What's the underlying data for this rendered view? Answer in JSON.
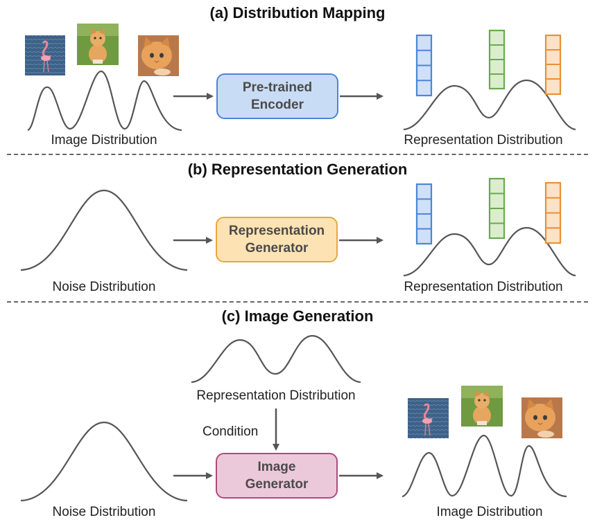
{
  "sections": {
    "a": {
      "title": "(a) Distribution Mapping",
      "box": "Pre-trained\nEncoder",
      "left_label": "Image Distribution",
      "right_label": "Representation Distribution"
    },
    "b": {
      "title": "(b) Representation Generation",
      "box": "Representation\nGenerator",
      "left_label": "Noise Distribution",
      "right_label": "Representation Distribution"
    },
    "c": {
      "title": "(c) Image Generation",
      "box": "Image\nGenerator",
      "left_label": "Noise Distribution",
      "top_label": "Representation Distribution",
      "condition_label": "Condition",
      "right_label": "Image Distribution"
    }
  },
  "colors": {
    "curve": "#555555",
    "arrow": "#555555",
    "token_blue": "#4a86d8",
    "token_blue_fill": "#cfe0f7",
    "token_green": "#6aa84f",
    "token_green_fill": "#dcedcf",
    "token_orange": "#e69138",
    "token_orange_fill": "#fbe2c8"
  },
  "icons": [
    "flamingo-thumbnail",
    "kitten-grass-thumbnail",
    "kitten-closeup-thumbnail",
    "token-column"
  ]
}
